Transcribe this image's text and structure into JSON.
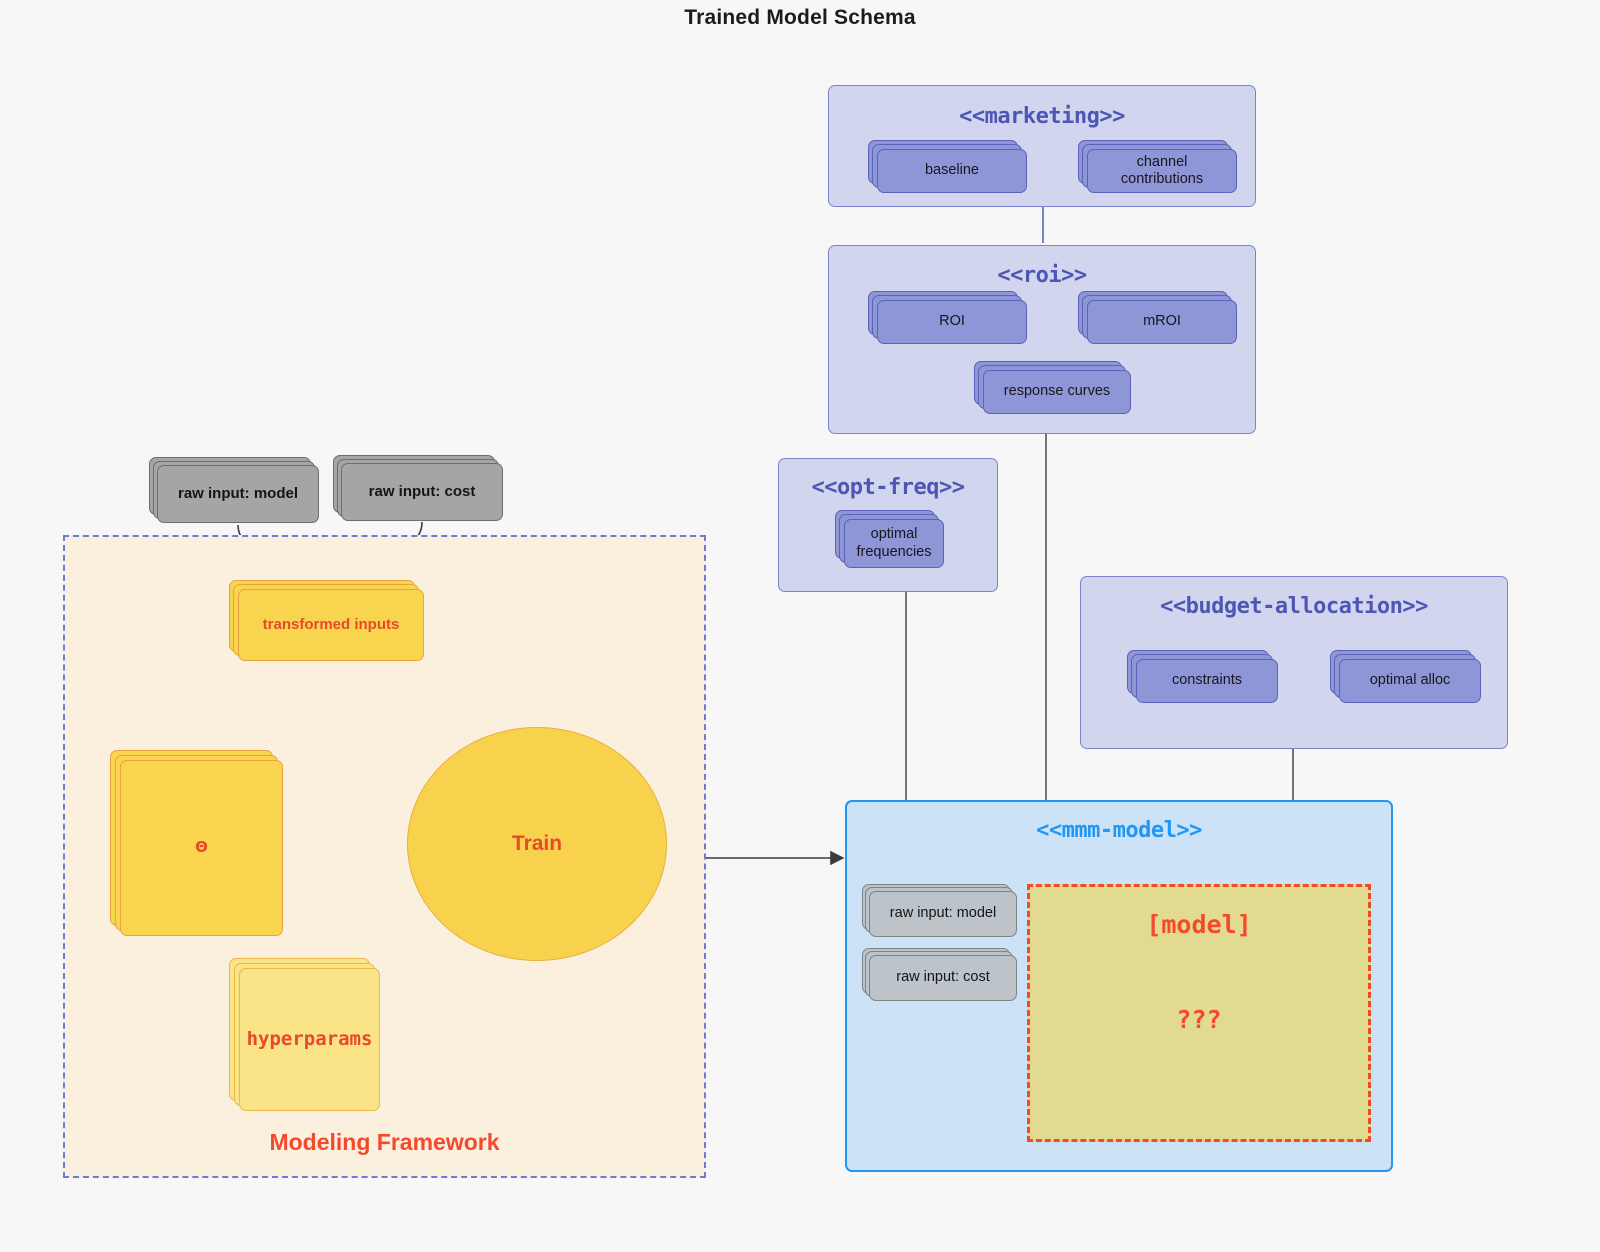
{
  "title": "Trained Model Schema",
  "clusters": {
    "marketing": {
      "title": "<<marketing>>",
      "nodes": [
        {
          "label": "baseline"
        },
        {
          "label": "channel contributions"
        }
      ]
    },
    "roi": {
      "title": "<<roi>>",
      "nodes": [
        {
          "label": "ROI"
        },
        {
          "label": "mROI"
        },
        {
          "label": "response curves"
        }
      ]
    },
    "opt_freq": {
      "title": "<<opt-freq>>",
      "nodes": [
        {
          "label": "optimal frequencies"
        }
      ]
    },
    "budget_allocation": {
      "title": "<<budget-allocation>>",
      "nodes": [
        {
          "label": "constraints"
        },
        {
          "label": "optimal alloc"
        }
      ]
    },
    "mmm_model": {
      "title": "<<mmm-model>>",
      "nodes": [
        {
          "label": "raw input: model"
        },
        {
          "label": "raw input: cost"
        }
      ],
      "model_box": {
        "title": "[model]",
        "subtitle": "???"
      }
    }
  },
  "framework": {
    "label": "Modeling Framework",
    "nodes": [
      {
        "label": "transformed inputs"
      },
      {
        "label": "Θ"
      },
      {
        "label": "hyperparams"
      }
    ],
    "process": {
      "label": "Train"
    }
  },
  "raw_inputs": [
    {
      "label": "raw input: model"
    },
    {
      "label": "raw input: cost"
    }
  ],
  "colors": {
    "background": "#f7f7f7",
    "cluster_purple_fill": "#d2d5ee",
    "cluster_purple_stroke": "#7b82c9",
    "cluster_blue_fill": "#cce3f7",
    "cluster_blue_stroke": "#2196f3",
    "node_purple_fill": "#8f96d8",
    "node_gray_fill": "#a5a5a5",
    "node_yellow_fill": "#f9d54f",
    "node_yellow_light_fill": "#fbe388",
    "accent_red": "#f4492a",
    "framework_fill": "#faf0dd",
    "framework_stroke": "#6e7ad8",
    "model_box_fill": "#e2da91"
  }
}
